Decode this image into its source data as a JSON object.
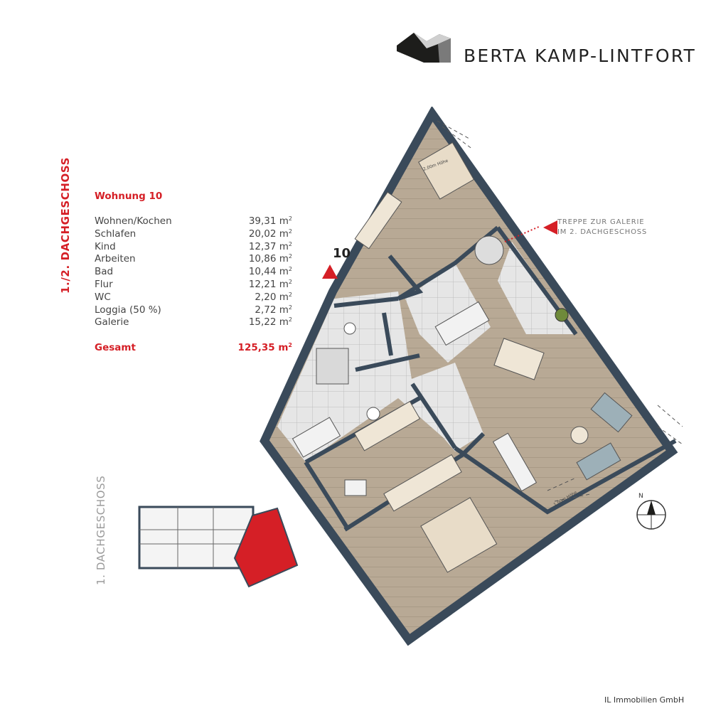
{
  "brand": {
    "name": "BERTA KAMP-LINTFORT",
    "colors": {
      "accent": "#d51f26",
      "wall": "#3a4a5a",
      "floor": "#b9ab98"
    }
  },
  "floors": {
    "main": "1./2. DACHGESCHOSS",
    "overview": "1. DACHGESCHOSS"
  },
  "unit": {
    "title": "Wohnung 10",
    "number": "10",
    "rooms": [
      {
        "name": "Wohnen/Kochen",
        "area": "39,31 m",
        "unit_exp": "2"
      },
      {
        "name": "Schlafen",
        "area": "20,02 m",
        "unit_exp": "2"
      },
      {
        "name": "Kind",
        "area": "12,37 m",
        "unit_exp": "2"
      },
      {
        "name": "Arbeiten",
        "area": "10,86 m",
        "unit_exp": "2"
      },
      {
        "name": "Bad",
        "area": "10,44 m",
        "unit_exp": "2"
      },
      {
        "name": "Flur",
        "area": "12,21 m",
        "unit_exp": "2"
      },
      {
        "name": "WC",
        "area": "2,20 m",
        "unit_exp": "2"
      },
      {
        "name": "Loggia (50 %)",
        "area": "2,72 m",
        "unit_exp": "2"
      },
      {
        "name": "Galerie",
        "area": "15,22 m",
        "unit_exp": "2"
      }
    ],
    "total_label": "Gesamt",
    "total_area": "125,35 m",
    "total_exp": "2"
  },
  "annotations": {
    "stair_line1": "TREPPE ZUR GALERIE",
    "stair_line2": "IM 2. DACHGESCHOSS",
    "height_labels": [
      "2,00m Höhe",
      "1,00m Höhe"
    ]
  },
  "compass": {
    "label": "N"
  },
  "footer": {
    "copyright": "IL Immobilien GmbH"
  }
}
